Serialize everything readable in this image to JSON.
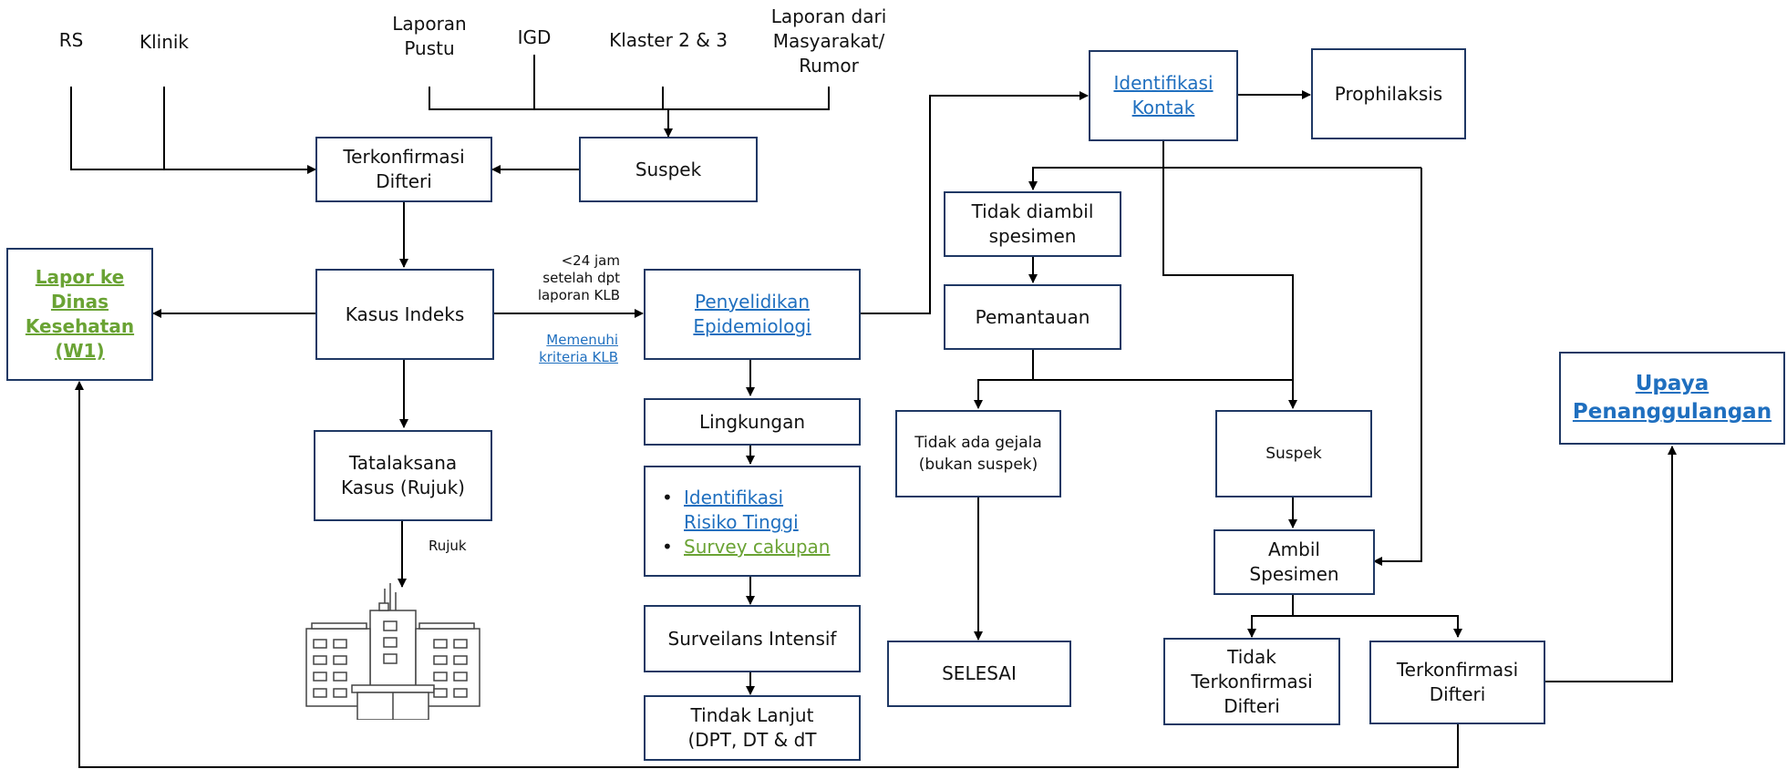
{
  "sources": {
    "rs": "RS",
    "klinik": "Klinik",
    "laporan_pustu": "Laporan\nPustu",
    "igd": "IGD",
    "klaster": "Klaster 2 & 3",
    "laporan_masyarakat": "Laporan dari\nMasyarakat/\nRumor"
  },
  "nodes": {
    "terkonfirmasi_difteri_top": "Terkonfirmasi\nDifteri",
    "suspek_top": "Suspek",
    "lapor_dinas": "Lapor ke\nDinas\nKesehatan\n(W1)",
    "kasus_indeks": "Kasus Indeks",
    "tatalaksana": "Tatalaksana\nKasus (Rujuk)",
    "penyelidikan": "Penyelidikan\nEpidemiologi",
    "lingkungan": "Lingkungan",
    "identifikasi_risiko": "Identifikasi\nRisiko Tinggi",
    "survey_cakupan": "Survey cakupan",
    "surveilans": "Surveilans Intensif",
    "tindak_lanjut": "Tindak Lanjut\n(DPT, DT & dT",
    "identifikasi_kontak": "Identifikasi\nKontak",
    "prophilaksis": "Prophilaksis",
    "tidak_diambil": "Tidak diambil\nspesimen",
    "pemantauan": "Pemantauan",
    "tidak_ada_gejala": "Tidak ada gejala\n(bukan suspek)",
    "selesai": "SELESAI",
    "suspek_right": "Suspek",
    "ambil_spesimen": "Ambil\nSpesimen",
    "tidak_terkonfirmasi": "Tidak\nTerkonfirmasi\nDifteri",
    "terkonfirmasi_difteri_bottom": "Terkonfirmasi\nDifteri",
    "upaya": "Upaya\nPenanggulangan"
  },
  "notes": {
    "time_note": "<24 jam\nsetelah dpt\nlaporan KLB",
    "kriteria": "Memenuhi\nkriteria KLB",
    "rujuk": "Rujuk"
  },
  "icons": {
    "hospital": "hospital-icon"
  },
  "colors": {
    "box_border": "#1f3864",
    "link_blue": "#1f6fbf",
    "link_green": "#6aa334"
  }
}
